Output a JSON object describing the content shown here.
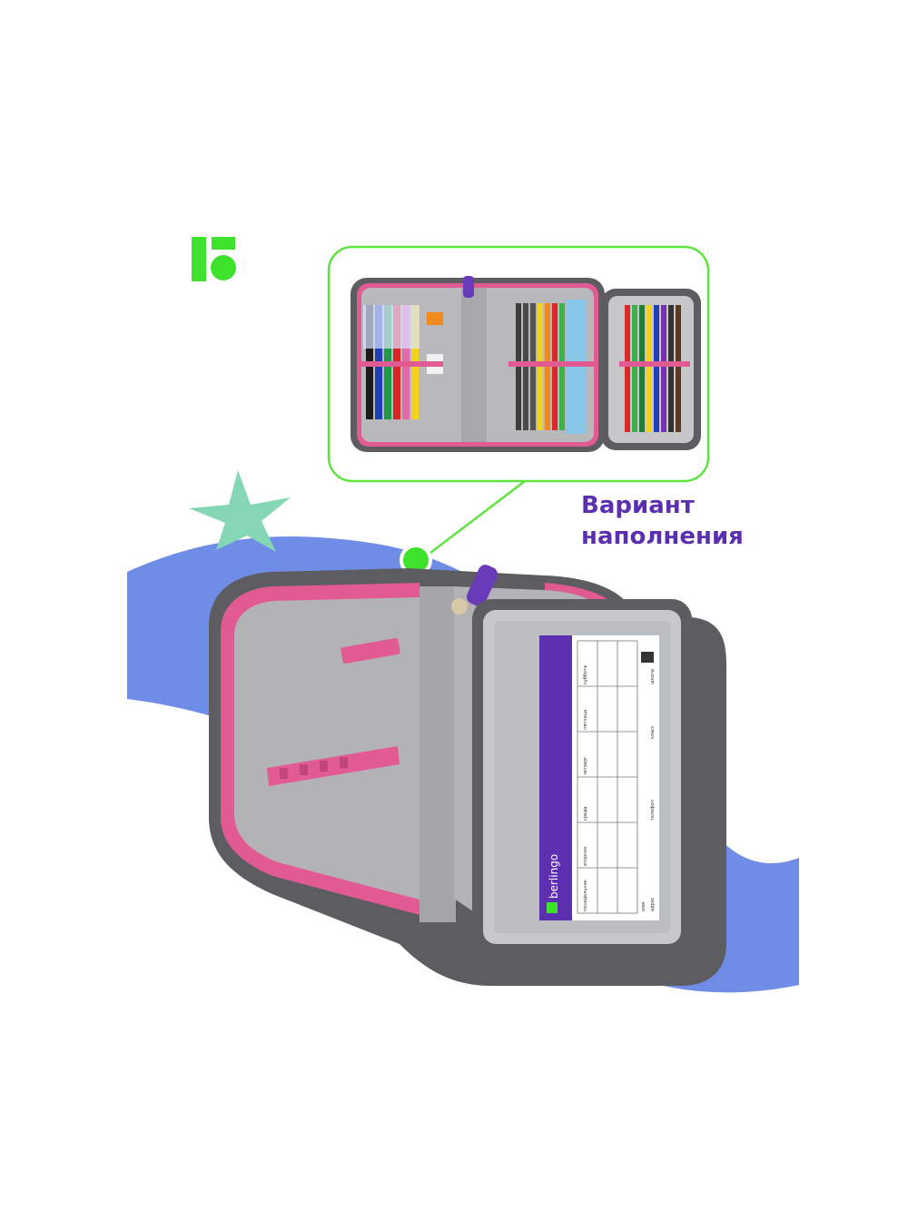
{
  "caption": {
    "line1": "Вариант",
    "line2": "наполнения"
  },
  "card": {
    "brand": "berlingo",
    "day1": "понедельник",
    "day2": "вторник",
    "day3": "среда",
    "day4": "четверг",
    "day5": "пятница",
    "day6": "суббота",
    "field1": "имя",
    "field2": "адрес",
    "field3": "телефон",
    "field4": "класс",
    "field5": "школа"
  },
  "colors": {
    "accent_green": "#3ee22c",
    "caption_purple": "#5b2fb0",
    "wave_blue": "#6f8de6",
    "case_pink": "#e25a94",
    "case_grey": "#5c5c61",
    "lining_grey": "#b3b3b6",
    "star_mint": "#85d6b4"
  },
  "icons": [
    "brand-logo-icon",
    "star-decoration-icon",
    "callout-dot-icon"
  ]
}
